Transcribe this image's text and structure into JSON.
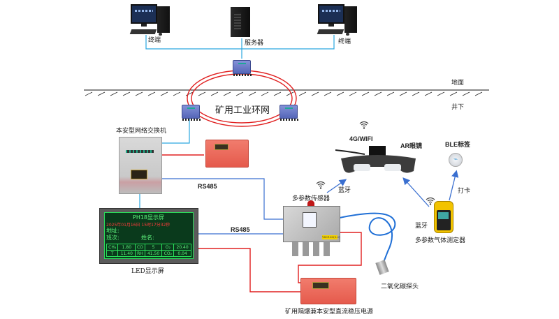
{
  "diagram": {
    "title": "矿用工业环网",
    "zones": {
      "surface": "地面",
      "underground": "井下"
    },
    "nodes": {
      "terminal_left": "终端",
      "server": "服务器",
      "terminal_right": "终端",
      "network_switch": "本安型网络交换机",
      "led_display": "LED显示屏",
      "multi_sensor": "多参数传感器",
      "ar_glasses": "AR眼镜",
      "ble_tag": "BLE标签",
      "gas_detector": "多参数气体测定器",
      "co2_probe": "二氧化碳探头",
      "power_supply": "矿用隔爆兼本安型直流稳压电源"
    },
    "link_labels": {
      "rs485_top": "RS485",
      "rs485_bottom": "RS485",
      "wireless": "4G/WIFI",
      "bluetooth_sensor": "蓝牙",
      "bluetooth_detector": "蓝牙",
      "check_in": "打卡"
    },
    "sensor_tag": "YSC100(3.2)",
    "icons": {
      "wifi": "wifi-icon",
      "ble": "bluetooth-tag-icon"
    },
    "colors": {
      "ring": "#e02020",
      "ethernet": "#2aa7e0",
      "rs485": "#3a6fd0",
      "power": "#e02020",
      "arrow": "#3a6fd0"
    }
  },
  "led_screen": {
    "title": "PH18显示屏",
    "datetime": "2025年01月16日   15时17分32秒",
    "address_label": "地址:",
    "shift_label": "班次:",
    "name_label": "姓名:",
    "rows": [
      [
        "CH₄",
        "1.80",
        "CO",
        "5",
        "O₂",
        "20.40"
      ],
      [
        "T",
        "11.40",
        "RH",
        "41.50",
        "CO₂",
        "0.04"
      ]
    ]
  }
}
